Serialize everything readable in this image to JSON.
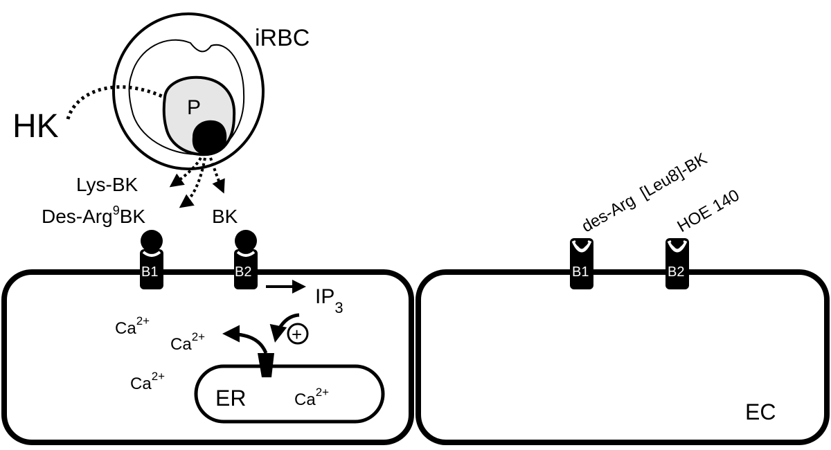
{
  "infected_cell": {
    "label": "iRBC",
    "parasite_label": "P"
  },
  "kininogen": {
    "label": "HK"
  },
  "released_kinins": {
    "lys_bk": "Lys-BK",
    "des_arg9_bk_prefix": "Des-Arg",
    "des_arg9_bk_superscript": "9",
    "des_arg9_bk_suffix": "BK",
    "bk": "BK"
  },
  "left_cell": {
    "receptor_b1": "B1",
    "receptor_b2": "B2",
    "ip3_base": "IP",
    "ip3_sub": "3",
    "plus_symbol": "+",
    "calcium_base": "Ca",
    "calcium_charge": "2+",
    "er_label": "ER"
  },
  "right_cell": {
    "label": "EC",
    "receptor_b1": "B1",
    "receptor_b2": "B2",
    "antagonist_b1": "des-Arg  [Leu8]-BK",
    "antagonist_b2": "HOE 140"
  },
  "colors": {
    "stroke": "#000000",
    "parasite_fill": "#e6e6e6",
    "background": "#ffffff"
  }
}
